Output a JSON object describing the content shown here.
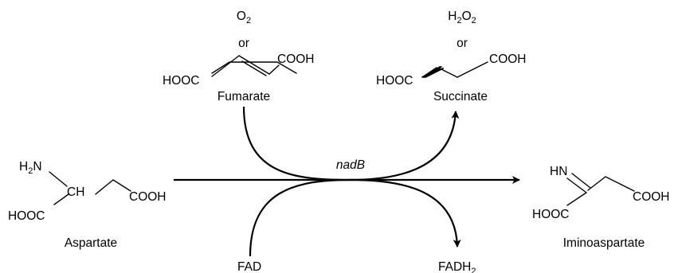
{
  "reaction": {
    "enzyme": "nadB",
    "substrate": {
      "name": "Aspartate",
      "amine": "H2N",
      "ch": "CH",
      "acid": "COOH",
      "acid2": "HOOC"
    },
    "product": {
      "name": "Iminoaspartate",
      "imine": "HN",
      "acid": "COOH",
      "acid2": "HOOC"
    }
  },
  "upper": {
    "left": {
      "oxidant": "O2",
      "or": "or",
      "name": "Fumarate",
      "acid_left": "HOOC",
      "acid_right": "COOH"
    },
    "right": {
      "reduced": "H2O2",
      "or": "or",
      "name": "Succinate",
      "acid_left": "HOOC",
      "acid_right": "COOH"
    }
  },
  "cofactor": {
    "in": "FAD",
    "out": "FADH2"
  }
}
